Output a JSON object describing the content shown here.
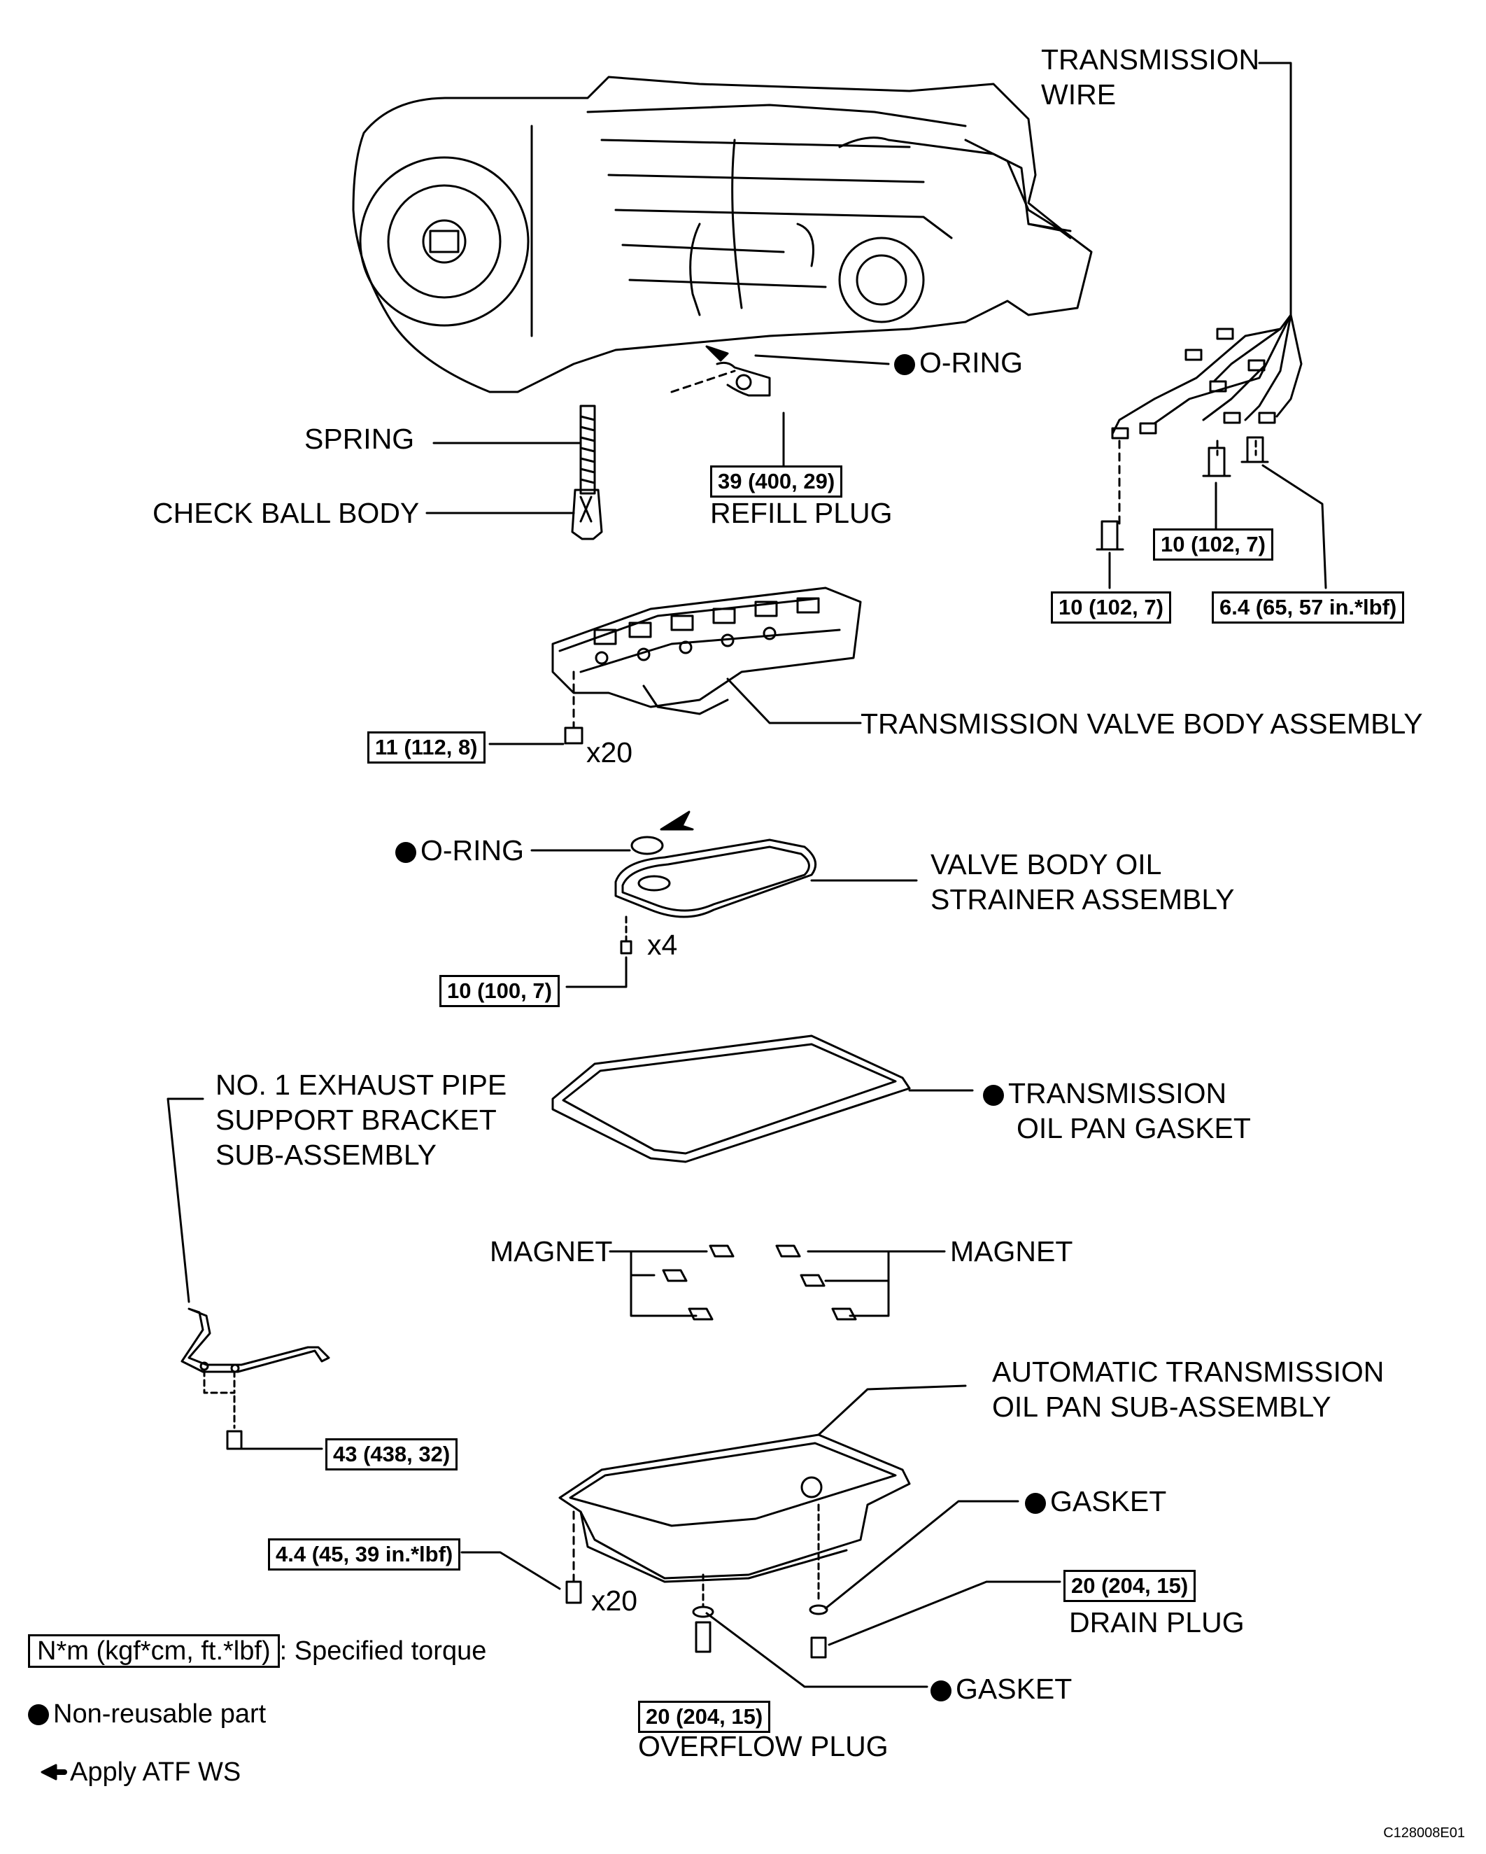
{
  "labels": {
    "transmission_wire": [
      "TRANSMISSION",
      "WIRE"
    ],
    "o_ring_top": "O-RING",
    "spring": "SPRING",
    "check_ball_body": "CHECK BALL BODY",
    "refill_plug": "REFILL PLUG",
    "valve_body": "TRANSMISSION VALVE BODY ASSEMBLY",
    "o_ring_mid": "O-RING",
    "strainer": [
      "VALVE BODY OIL",
      "STRAINER ASSEMBLY"
    ],
    "exhaust_bracket": [
      "NO. 1 EXHAUST PIPE",
      "SUPPORT BRACKET",
      "SUB-ASSEMBLY"
    ],
    "pan_gasket": [
      "TRANSMISSION",
      "OIL PAN GASKET"
    ],
    "magnet_left": "MAGNET",
    "magnet_right": "MAGNET",
    "oil_pan": [
      "AUTOMATIC TRANSMISSION",
      "OIL PAN SUB-ASSEMBLY"
    ],
    "gasket_right": "GASKET",
    "drain_plug": "DRAIN PLUG",
    "gasket_bottom": "GASKET",
    "overflow_plug": "OVERFLOW PLUG"
  },
  "torques": {
    "refill_plug": "39 (400, 29)",
    "wire_bolt_mid": "10 (102, 7)",
    "wire_bolt_left": "10 (102, 7)",
    "wire_bolt_right": "6.4 (65, 57 in.*lbf)",
    "valve_body": "11 (112, 8)",
    "strainer": "10 (100, 7)",
    "bracket": "43 (438, 32)",
    "oil_pan": "4.4 (45, 39 in.*lbf)",
    "drain_plug": "20 (204, 15)",
    "overflow_plug": "20 (204, 15)"
  },
  "quantities": {
    "valve_body_bolts": "x20",
    "strainer_bolts": "x4",
    "oil_pan_bolts": "x20"
  },
  "legend": {
    "torque_unit": "N*m (kgf*cm, ft.*lbf)",
    "torque_desc": ": Specified torque",
    "non_reusable": "Non-reusable part",
    "apply_atf": "Apply ATF WS"
  },
  "figure_code": "C128008E01",
  "icons": {
    "non_reusable": "filled-circle",
    "apply_atf": "left-arrow"
  }
}
